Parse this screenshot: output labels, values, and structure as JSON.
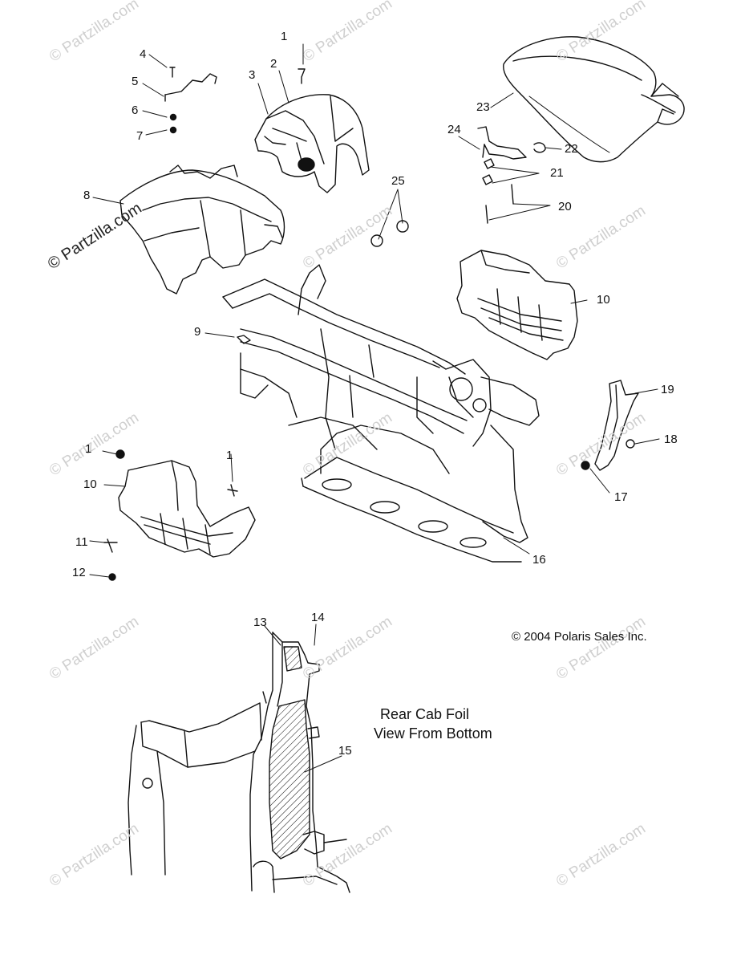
{
  "diagram": {
    "callouts": [
      {
        "id": "c1a",
        "text": "1"
      },
      {
        "id": "c2",
        "text": "2"
      },
      {
        "id": "c3",
        "text": "3"
      },
      {
        "id": "c4",
        "text": "4"
      },
      {
        "id": "c5",
        "text": "5"
      },
      {
        "id": "c6",
        "text": "6"
      },
      {
        "id": "c7",
        "text": "7"
      },
      {
        "id": "c8",
        "text": "8"
      },
      {
        "id": "c9",
        "text": "9"
      },
      {
        "id": "c10a",
        "text": "10"
      },
      {
        "id": "c1b",
        "text": "1"
      },
      {
        "id": "c10b",
        "text": "10"
      },
      {
        "id": "c1c",
        "text": "1"
      },
      {
        "id": "c11",
        "text": "11"
      },
      {
        "id": "c12",
        "text": "12"
      },
      {
        "id": "c13",
        "text": "13"
      },
      {
        "id": "c14",
        "text": "14"
      },
      {
        "id": "c15",
        "text": "15"
      },
      {
        "id": "c16",
        "text": "16"
      },
      {
        "id": "c17",
        "text": "17"
      },
      {
        "id": "c18",
        "text": "18"
      },
      {
        "id": "c19",
        "text": "19"
      },
      {
        "id": "c20",
        "text": "20"
      },
      {
        "id": "c21",
        "text": "21"
      },
      {
        "id": "c22",
        "text": "22"
      },
      {
        "id": "c23",
        "text": "23"
      },
      {
        "id": "c24",
        "text": "24"
      },
      {
        "id": "c25",
        "text": "25"
      }
    ],
    "copyright": "© 2004 Polaris Sales Inc.",
    "caption_line1": "Rear Cab Foil",
    "caption_line2": "View From Bottom",
    "watermark": "© Partzilla.com"
  }
}
